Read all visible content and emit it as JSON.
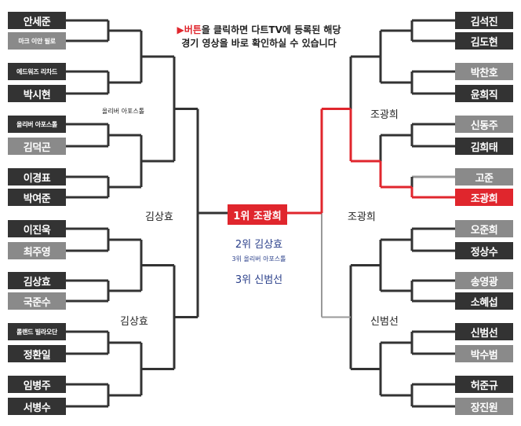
{
  "notice": {
    "arrow": "▶",
    "highlight": "버튼",
    "line1_rest": "을 클릭하면 다트TV에 등록된 해당",
    "line2": "경기 영상을 바로 확인하실 수 있습니다"
  },
  "left_players": [
    "안세준",
    "마크 이안 필로",
    "에드워즈 리차드",
    "박시현",
    "올리버 아포스톨",
    "김덕곤",
    "이경표",
    "박여준",
    "이진욱",
    "최주영",
    "김상효",
    "국준수",
    "롤랜드 빌라오단",
    "정환일",
    "임병주",
    "서병수"
  ],
  "right_players": [
    "김석진",
    "김도현",
    "박찬호",
    "윤희직",
    "신동주",
    "김희태",
    "고준",
    "조광희",
    "오준희",
    "정상수",
    "송영광",
    "소혜섭",
    "신범선",
    "박수범",
    "허준규",
    "장진원"
  ],
  "labels": {
    "left_qf_top": "올리버 아포스톨",
    "left_semi_top": "김상효",
    "left_qf_bottom": "김상효",
    "right_qf_top": "조광희",
    "right_semi": "조광희",
    "right_qf_bottom": "신범선"
  },
  "results": {
    "first": "1위 조광희",
    "second": "2위 김상효",
    "third_a": "3위 올리버 아포스톨",
    "third_b": "3위 신범선"
  },
  "colors": {
    "dark": "#333333",
    "light": "#8a8a8a",
    "highlight": "#e0262d",
    "rank_text": "#2a3f8a",
    "line": "#333333",
    "thin_line": "#999999"
  }
}
